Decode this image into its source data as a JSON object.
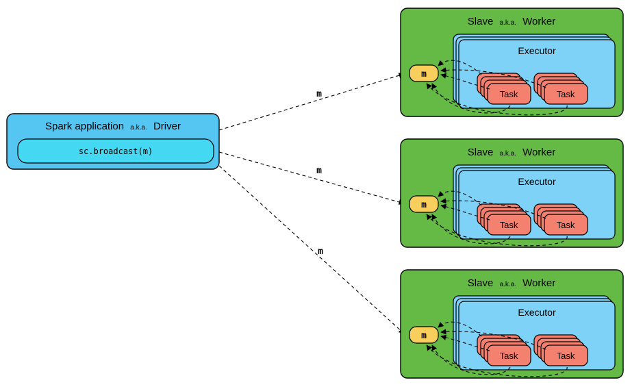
{
  "diagram": {
    "driver": {
      "title_prefix": "Spark application",
      "title_aka": "a.k.a.",
      "title_suffix": "Driver",
      "code": "sc.broadcast(m)"
    },
    "worker": {
      "title_prefix": "Slave",
      "title_aka": "a.k.a.",
      "title_suffix": "Worker",
      "executor_label": "Executor",
      "broadcast_var": "m",
      "task_label": "Task"
    },
    "edges": {
      "label": "m"
    },
    "colors": {
      "driver_fill": "#55C6F2",
      "driver_inner_fill": "#45D8F2",
      "worker_fill": "#64BA45",
      "executor_fill": "#7FD2F7",
      "task_fill": "#F4806F",
      "m_fill": "#F8CE5D",
      "stroke": "#000000",
      "background": "#FFFFFF"
    }
  }
}
